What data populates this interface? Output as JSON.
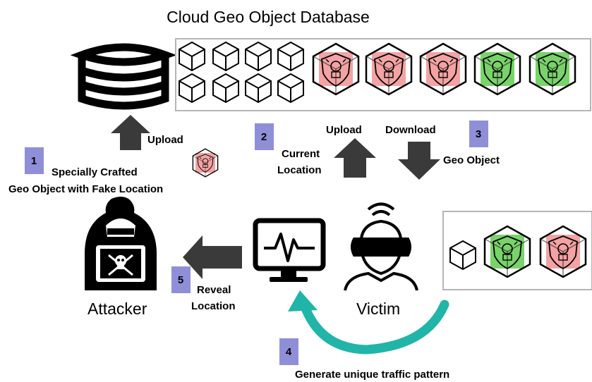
{
  "title": "Cloud Geo Object Database",
  "labels": {
    "upload_left": "Upload",
    "crafted_line1": "Specially Crafted",
    "crafted_line2": "Geo Object with Fake Location",
    "current_line1": "Current",
    "current_line2": "Location",
    "upload_mid": "Upload",
    "download": "Download",
    "geo_object": "Geo Object",
    "reveal_line1": "Reveal",
    "reveal_line2": "Location",
    "attacker": "Attacker",
    "victim": "Victim",
    "traffic": "Generate unique traffic pattern"
  },
  "steps": [
    "1",
    "2",
    "3",
    "4",
    "5"
  ],
  "colors": {
    "badge": "#8f8fd8",
    "fake_red": "#f3a3a3",
    "real_green": "#79d36a",
    "curve_teal": "#20b5a8",
    "arrow_gray": "#3a3a3a"
  }
}
